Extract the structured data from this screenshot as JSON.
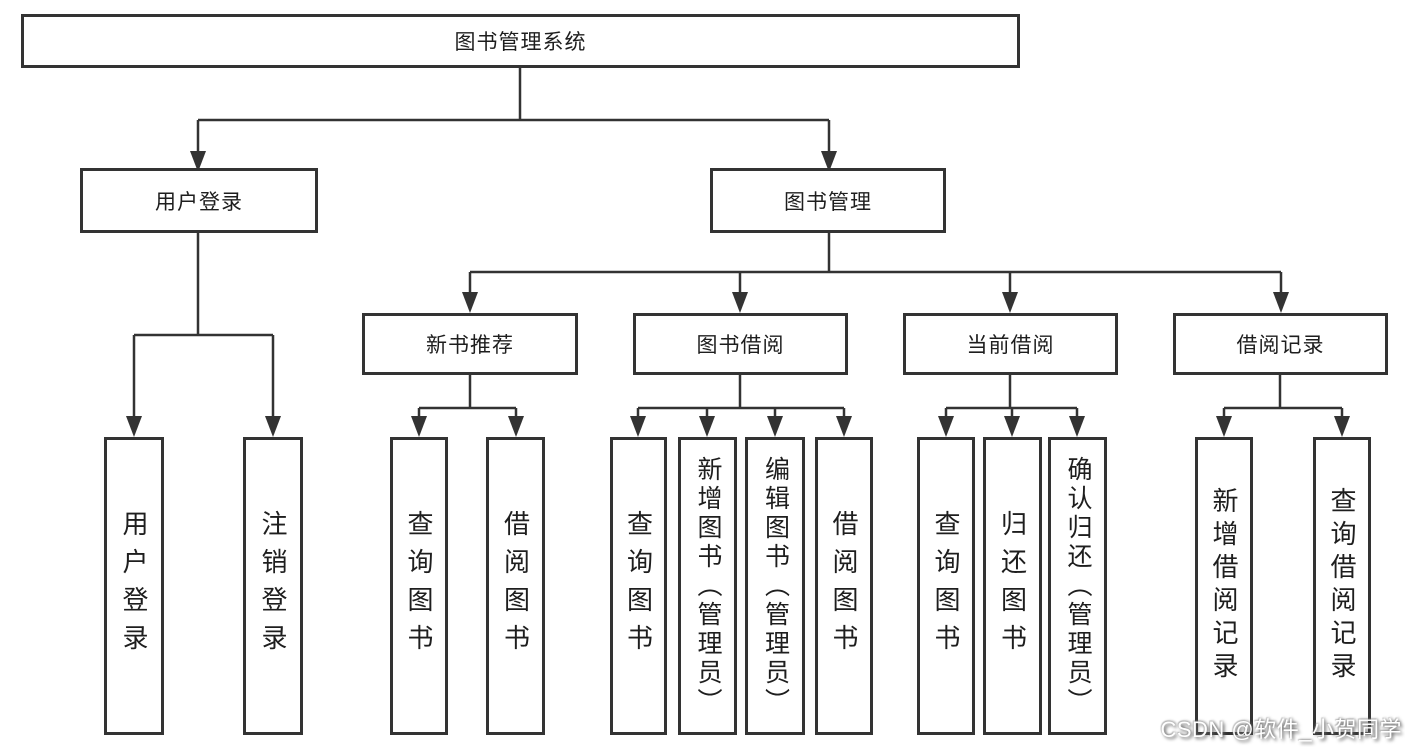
{
  "diagram": {
    "root": {
      "label": "图书管理系统"
    },
    "branches": [
      {
        "label": "用户登录",
        "leaves": [
          {
            "label": "用户登录"
          },
          {
            "label": "注销登录"
          }
        ]
      },
      {
        "label": "图书管理",
        "groups": [
          {
            "label": "新书推荐",
            "leaves": [
              {
                "label": "查询图书"
              },
              {
                "label": "借阅图书"
              }
            ]
          },
          {
            "label": "图书借阅",
            "leaves": [
              {
                "label": "查询图书"
              },
              {
                "label": "新增图书（管理员）"
              },
              {
                "label": "编辑图书（管理员）"
              },
              {
                "label": "借阅图书"
              }
            ]
          },
          {
            "label": "当前借阅",
            "leaves": [
              {
                "label": "查询图书"
              },
              {
                "label": "归还图书"
              },
              {
                "label": "确认归还（管理员）"
              }
            ]
          },
          {
            "label": "借阅记录",
            "leaves": [
              {
                "label": "新增借阅记录"
              },
              {
                "label": "查询借阅记录"
              }
            ]
          }
        ]
      }
    ]
  },
  "watermark": {
    "text": "CSDN @软件_小贺同学"
  },
  "colors": {
    "line": "#333333",
    "box_border": "#333333",
    "box_background": "#ffffff",
    "text": "#1e1e1e",
    "page_background": "#ffffff",
    "watermark_text": "#ffffff"
  }
}
